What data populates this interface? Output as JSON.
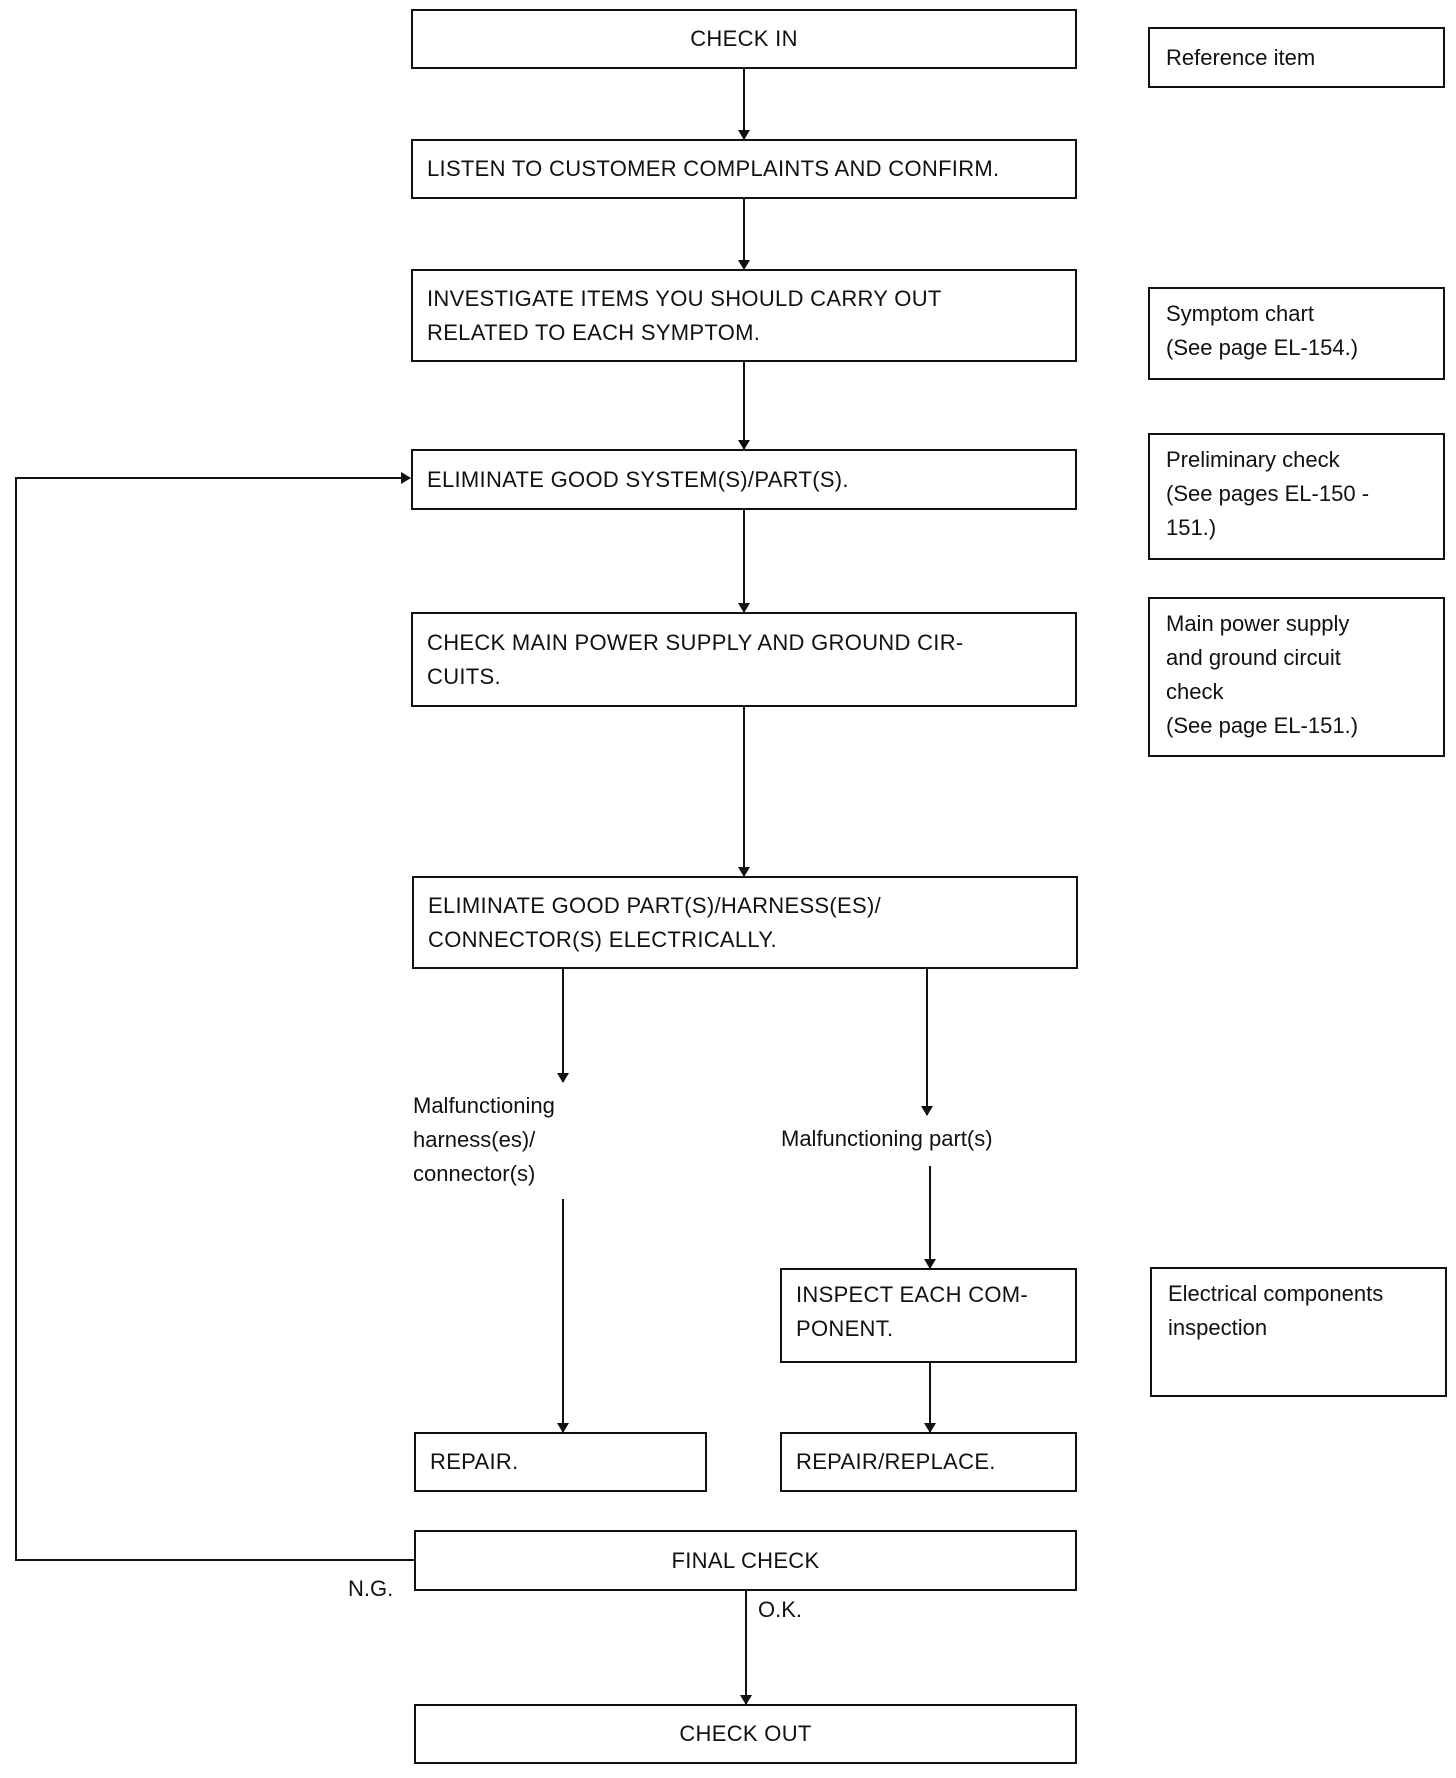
{
  "flowchart": {
    "steps": {
      "check_in": "CHECK IN",
      "listen": "LISTEN TO CUSTOMER COMPLAINTS AND CONFIRM.",
      "investigate": "INVESTIGATE ITEMS YOU SHOULD CARRY OUT\nRELATED TO EACH SYMPTOM.",
      "eliminate_systems": "ELIMINATE GOOD SYSTEM(S)/PART(S).",
      "check_power": "CHECK MAIN POWER SUPPLY AND GROUND CIR-\nCUITS.",
      "eliminate_electrically": "ELIMINATE GOOD PART(S)/HARNESS(ES)/\nCONNECTOR(S) ELECTRICALLY.",
      "inspect_component": "INSPECT EACH COM-\nPONENT.",
      "repair": "REPAIR.",
      "repair_replace": "REPAIR/REPLACE.",
      "final_check": "FINAL CHECK",
      "check_out": "CHECK OUT"
    },
    "branch_labels": {
      "malfunctioning_harness": "Malfunctioning\nharness(es)/\nconnector(s)",
      "malfunctioning_parts": "Malfunctioning part(s)",
      "ng": "N.G.",
      "ok": "O.K."
    },
    "reference": {
      "header": "Reference item",
      "symptom_chart": "Symptom chart\n(See page EL-154.)",
      "preliminary_check": "Preliminary check\n(See pages EL-150 -\n151.)",
      "power_ground_check": "Main power supply\nand ground circuit\ncheck\n(See page EL-151.)",
      "electrical_inspection": "Electrical components\ninspection"
    }
  }
}
